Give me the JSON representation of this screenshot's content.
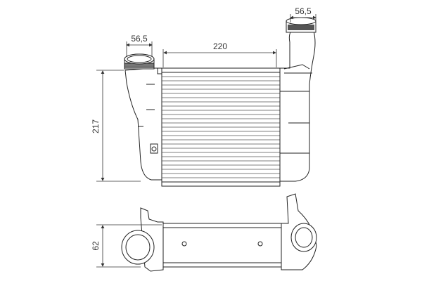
{
  "dimensions": {
    "left_pipe_diameter": "56,5",
    "right_pipe_diameter": "56,5",
    "core_width": "220",
    "height": "217",
    "depth": "62"
  }
}
